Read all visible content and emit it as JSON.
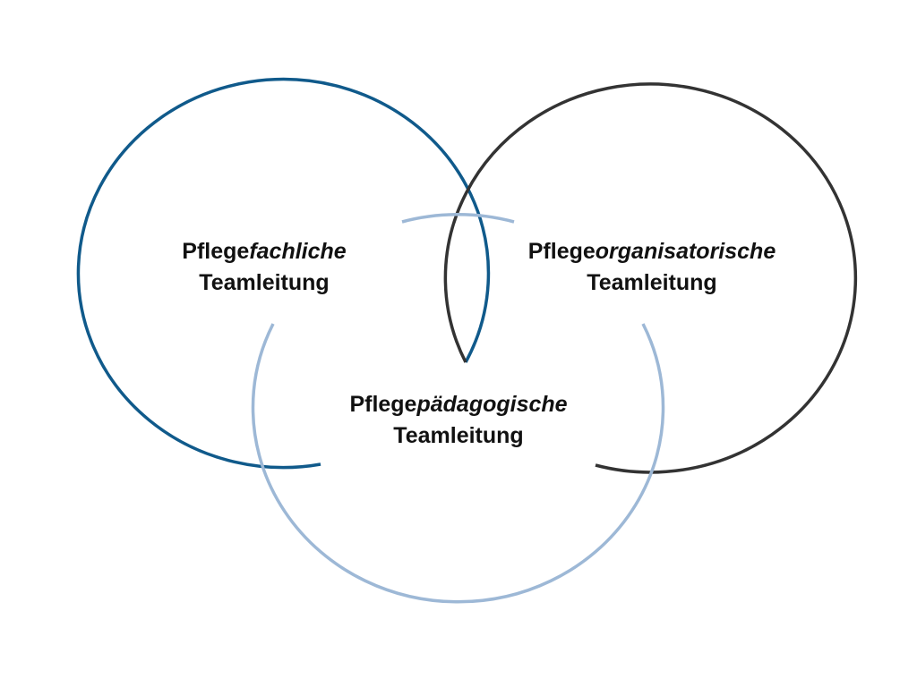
{
  "colors": {
    "circle_fachlich": "#105a8b",
    "circle_organisatorisch": "#333333",
    "circle_paedagogisch": "#9db8d6",
    "text": "#111111",
    "background": "#ffffff"
  },
  "circles": [
    {
      "id": "fachlich",
      "label_prefix": "Pflege",
      "label_emphasis": "fachliche",
      "label_line2": "Teamleitung"
    },
    {
      "id": "organisatorisch",
      "label_prefix": "Pflege",
      "label_emphasis": "organisatorische",
      "label_line2": "Teamleitung"
    },
    {
      "id": "paedagogisch",
      "label_prefix": "Pflege",
      "label_emphasis": "pädagogische",
      "label_line2": "Teamleitung"
    }
  ]
}
